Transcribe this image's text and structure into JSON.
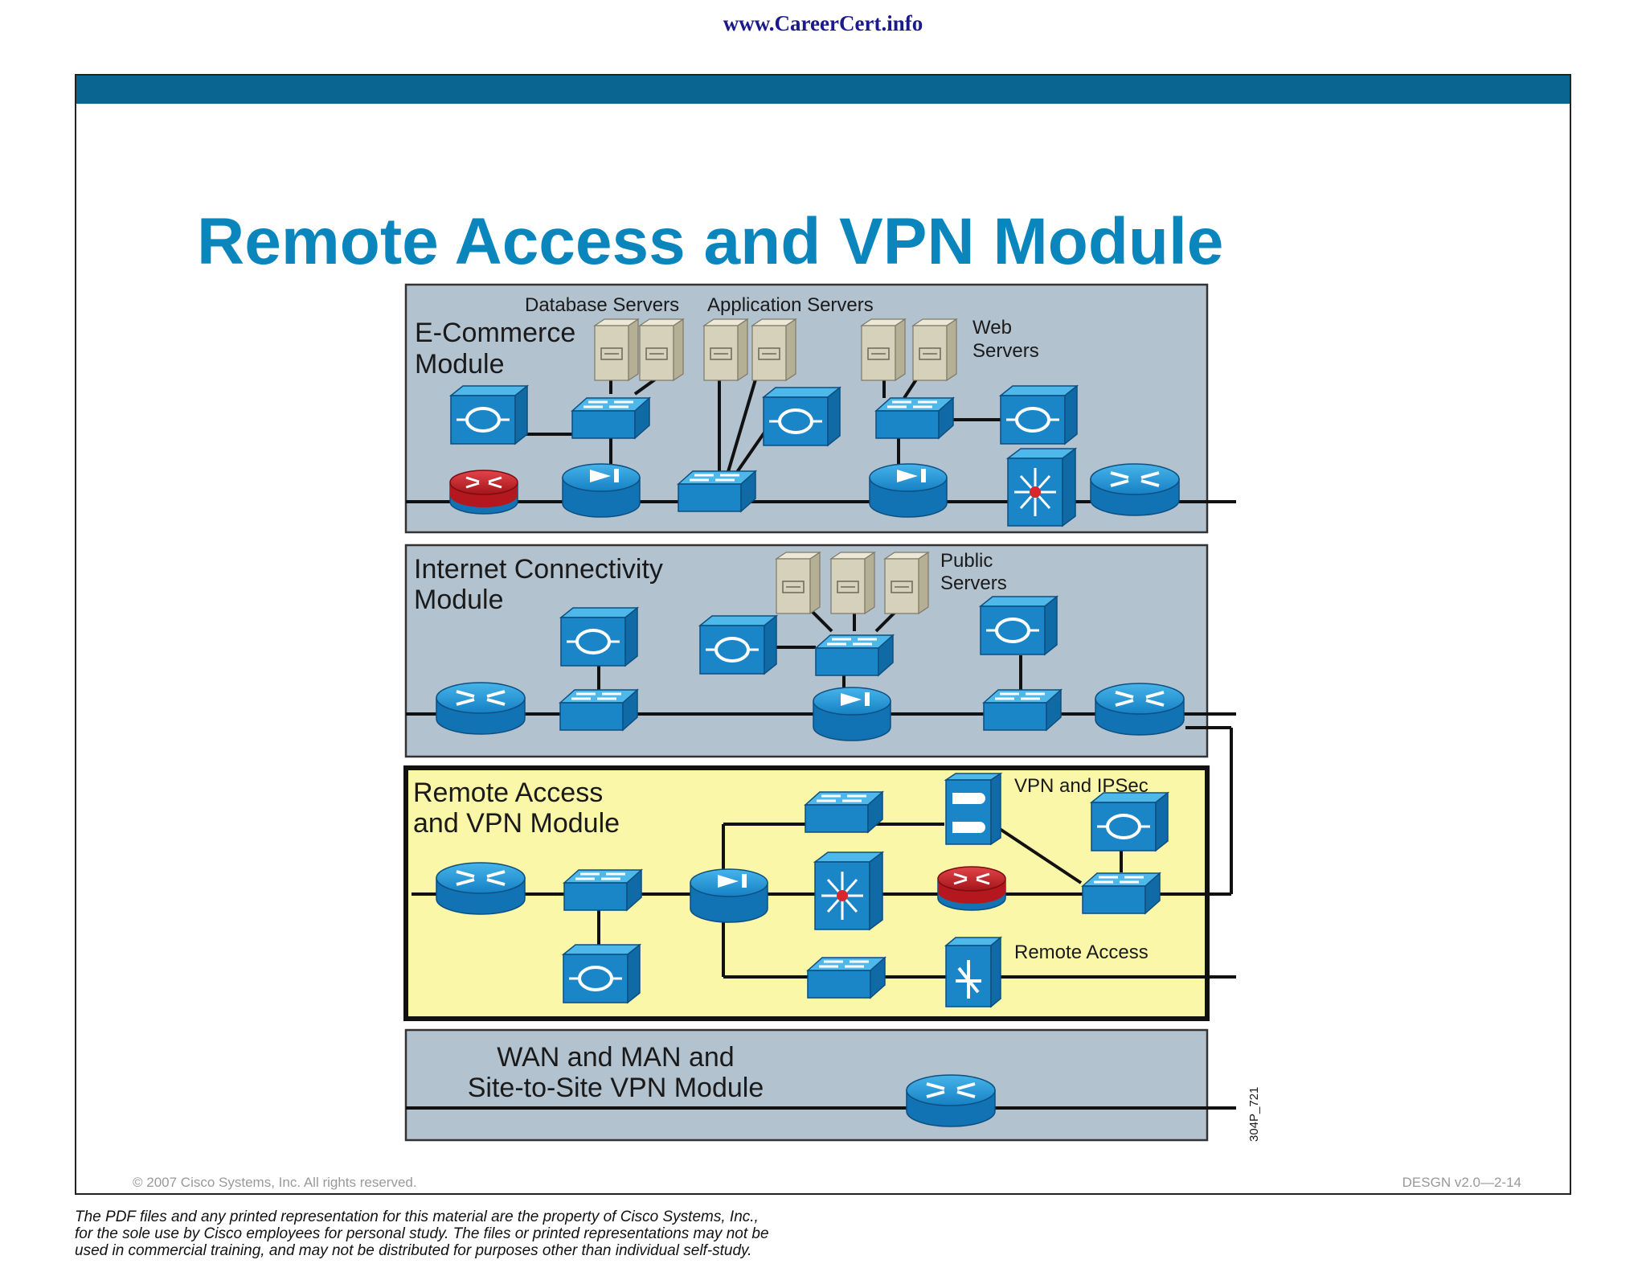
{
  "header": {
    "site_url": "www.CareerCert.info"
  },
  "slide": {
    "title": "Remote Access and VPN Module",
    "copyright": "© 2007 Cisco Systems, Inc. All rights reserved.",
    "course_code": "DESGN v2.0—2-14"
  },
  "diagram": {
    "figure_id": "304P_721",
    "modules": {
      "ecommerce": {
        "title_line1": "E-Commerce",
        "title_line2": "Module"
      },
      "internet": {
        "title_line1": "Internet Connectivity",
        "title_line2": "Module"
      },
      "remote": {
        "title_line1": "Remote Access",
        "title_line2": "and VPN Module"
      },
      "wan": {
        "title_line1": "WAN and MAN and",
        "title_line2": "Site-to-Site VPN Module"
      }
    },
    "labels": {
      "database_servers": "Database Servers",
      "application_servers": "Application Servers",
      "web_servers_1": "Web",
      "web_servers_2": "Servers",
      "public_servers_1": "Public",
      "public_servers_2": "Servers",
      "vpn_ipsec": "VPN and IPSec",
      "remote_access": "Remote Access"
    },
    "colors": {
      "module_bg": "#b3c2cf",
      "highlight_bg": "#fbf7a8",
      "device_blue": "#1f8fd0",
      "firewall_red": "#c0242a",
      "server_beige": "#d9d4bf"
    }
  },
  "footer": {
    "legal_line1": "The PDF files and any printed representation for this material are the property of Cisco Systems, Inc.,",
    "legal_line2": "for the sole use by Cisco employees for personal study. The files or printed representations may not be",
    "legal_line3": "used in commercial training, and may not be distributed for purposes other than individual self-study."
  }
}
